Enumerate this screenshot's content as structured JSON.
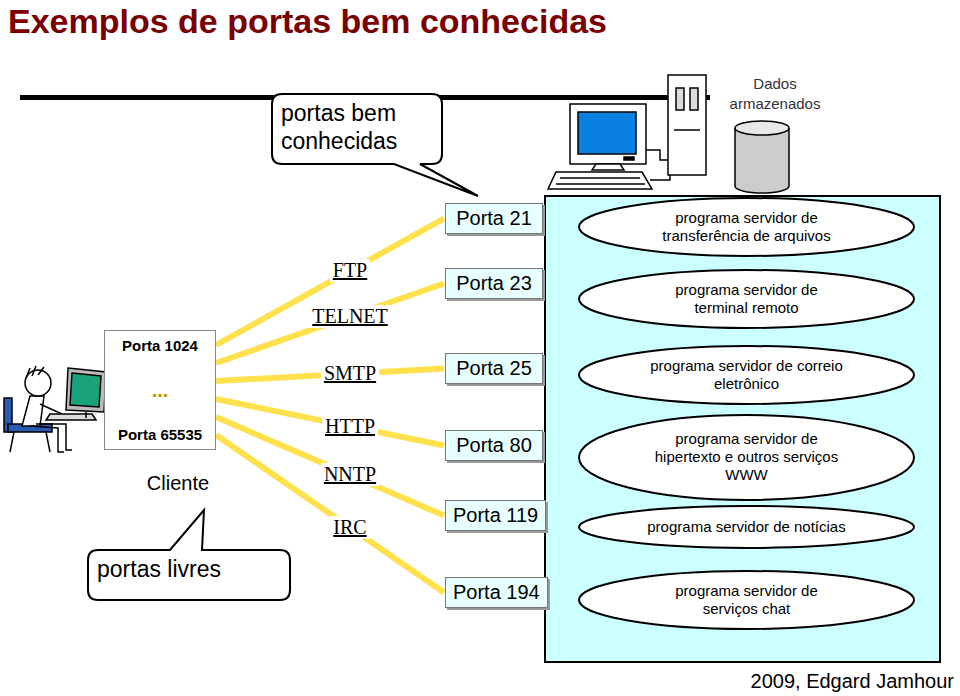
{
  "diagram": {
    "title": "Exemplos de portas bem conhecidas",
    "nodes": [
      {
        "text": [
          "portas bem conhecidas"
        ]
      },
      {
        "text": [
          "Porta 21"
        ]
      },
      {
        "text": [
          "Porta 23"
        ]
      },
      {
        "text": [
          "Porta 25"
        ]
      },
      {
        "text": [
          "Porta 80"
        ]
      },
      {
        "text": [
          "Porta 119"
        ]
      },
      {
        "text": [
          "Porta 194"
        ]
      },
      {
        "text": [
          "programa servidor de transferência de arquivos"
        ]
      },
      {
        "text": [
          "programa servidor de terminal remoto"
        ]
      },
      {
        "text": [
          "programa servidor de correio eletrônico"
        ]
      },
      {
        "text": [
          "programa servidor de hipertexto e outros serviços WWW"
        ]
      },
      {
        "text": [
          "programa servidor de notícias"
        ]
      },
      {
        "text": [
          "programa servidor de serviços chat"
        ]
      },
      {
        "text": [
          "Porta 1024",
          "...",
          "Porta 65535"
        ]
      },
      {
        "text": [
          "portas livres"
        ]
      }
    ],
    "edges": [
      {
        "from": 13,
        "to": 1,
        "arrow": "none",
        "label": "FTP"
      },
      {
        "from": 13,
        "to": 2,
        "arrow": "none",
        "label": "TELNET"
      },
      {
        "from": 13,
        "to": 3,
        "arrow": "none",
        "label": "SMTP"
      },
      {
        "from": 13,
        "to": 4,
        "arrow": "none",
        "label": "HTTP"
      },
      {
        "from": 13,
        "to": 5,
        "arrow": "none",
        "label": "NNTP"
      },
      {
        "from": 13,
        "to": 6,
        "arrow": "none",
        "label": "IRC"
      }
    ],
    "labels": [
      "Dados armazenados",
      "Cliente",
      "2009, Edgard Jamhour"
    ]
  }
}
